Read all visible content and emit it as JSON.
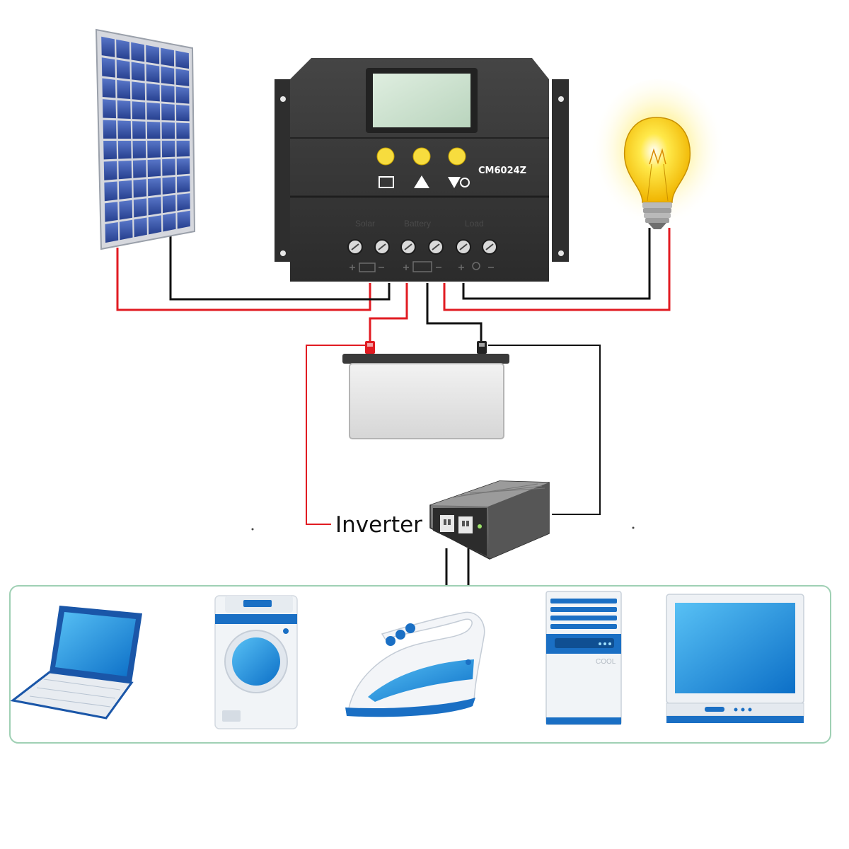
{
  "diagram": {
    "inverter_label": "Inverter",
    "controller": {
      "model": "CM6024Z",
      "terminal_labels": [
        "Solar",
        "Battery",
        "Load"
      ]
    },
    "appliances_label": "COOL",
    "colors": {
      "positive_wire": "#e11b22",
      "negative_wire": "#111111",
      "tray_border": "#9fd0b4",
      "appliance_blue": "#1a6fc4"
    },
    "icons": [
      "solar-panel-icon",
      "charge-controller-icon",
      "light-bulb-icon",
      "battery-icon",
      "inverter-icon",
      "laptop-icon",
      "washing-machine-icon",
      "iron-icon",
      "air-conditioner-icon",
      "tv-monitor-icon"
    ]
  }
}
